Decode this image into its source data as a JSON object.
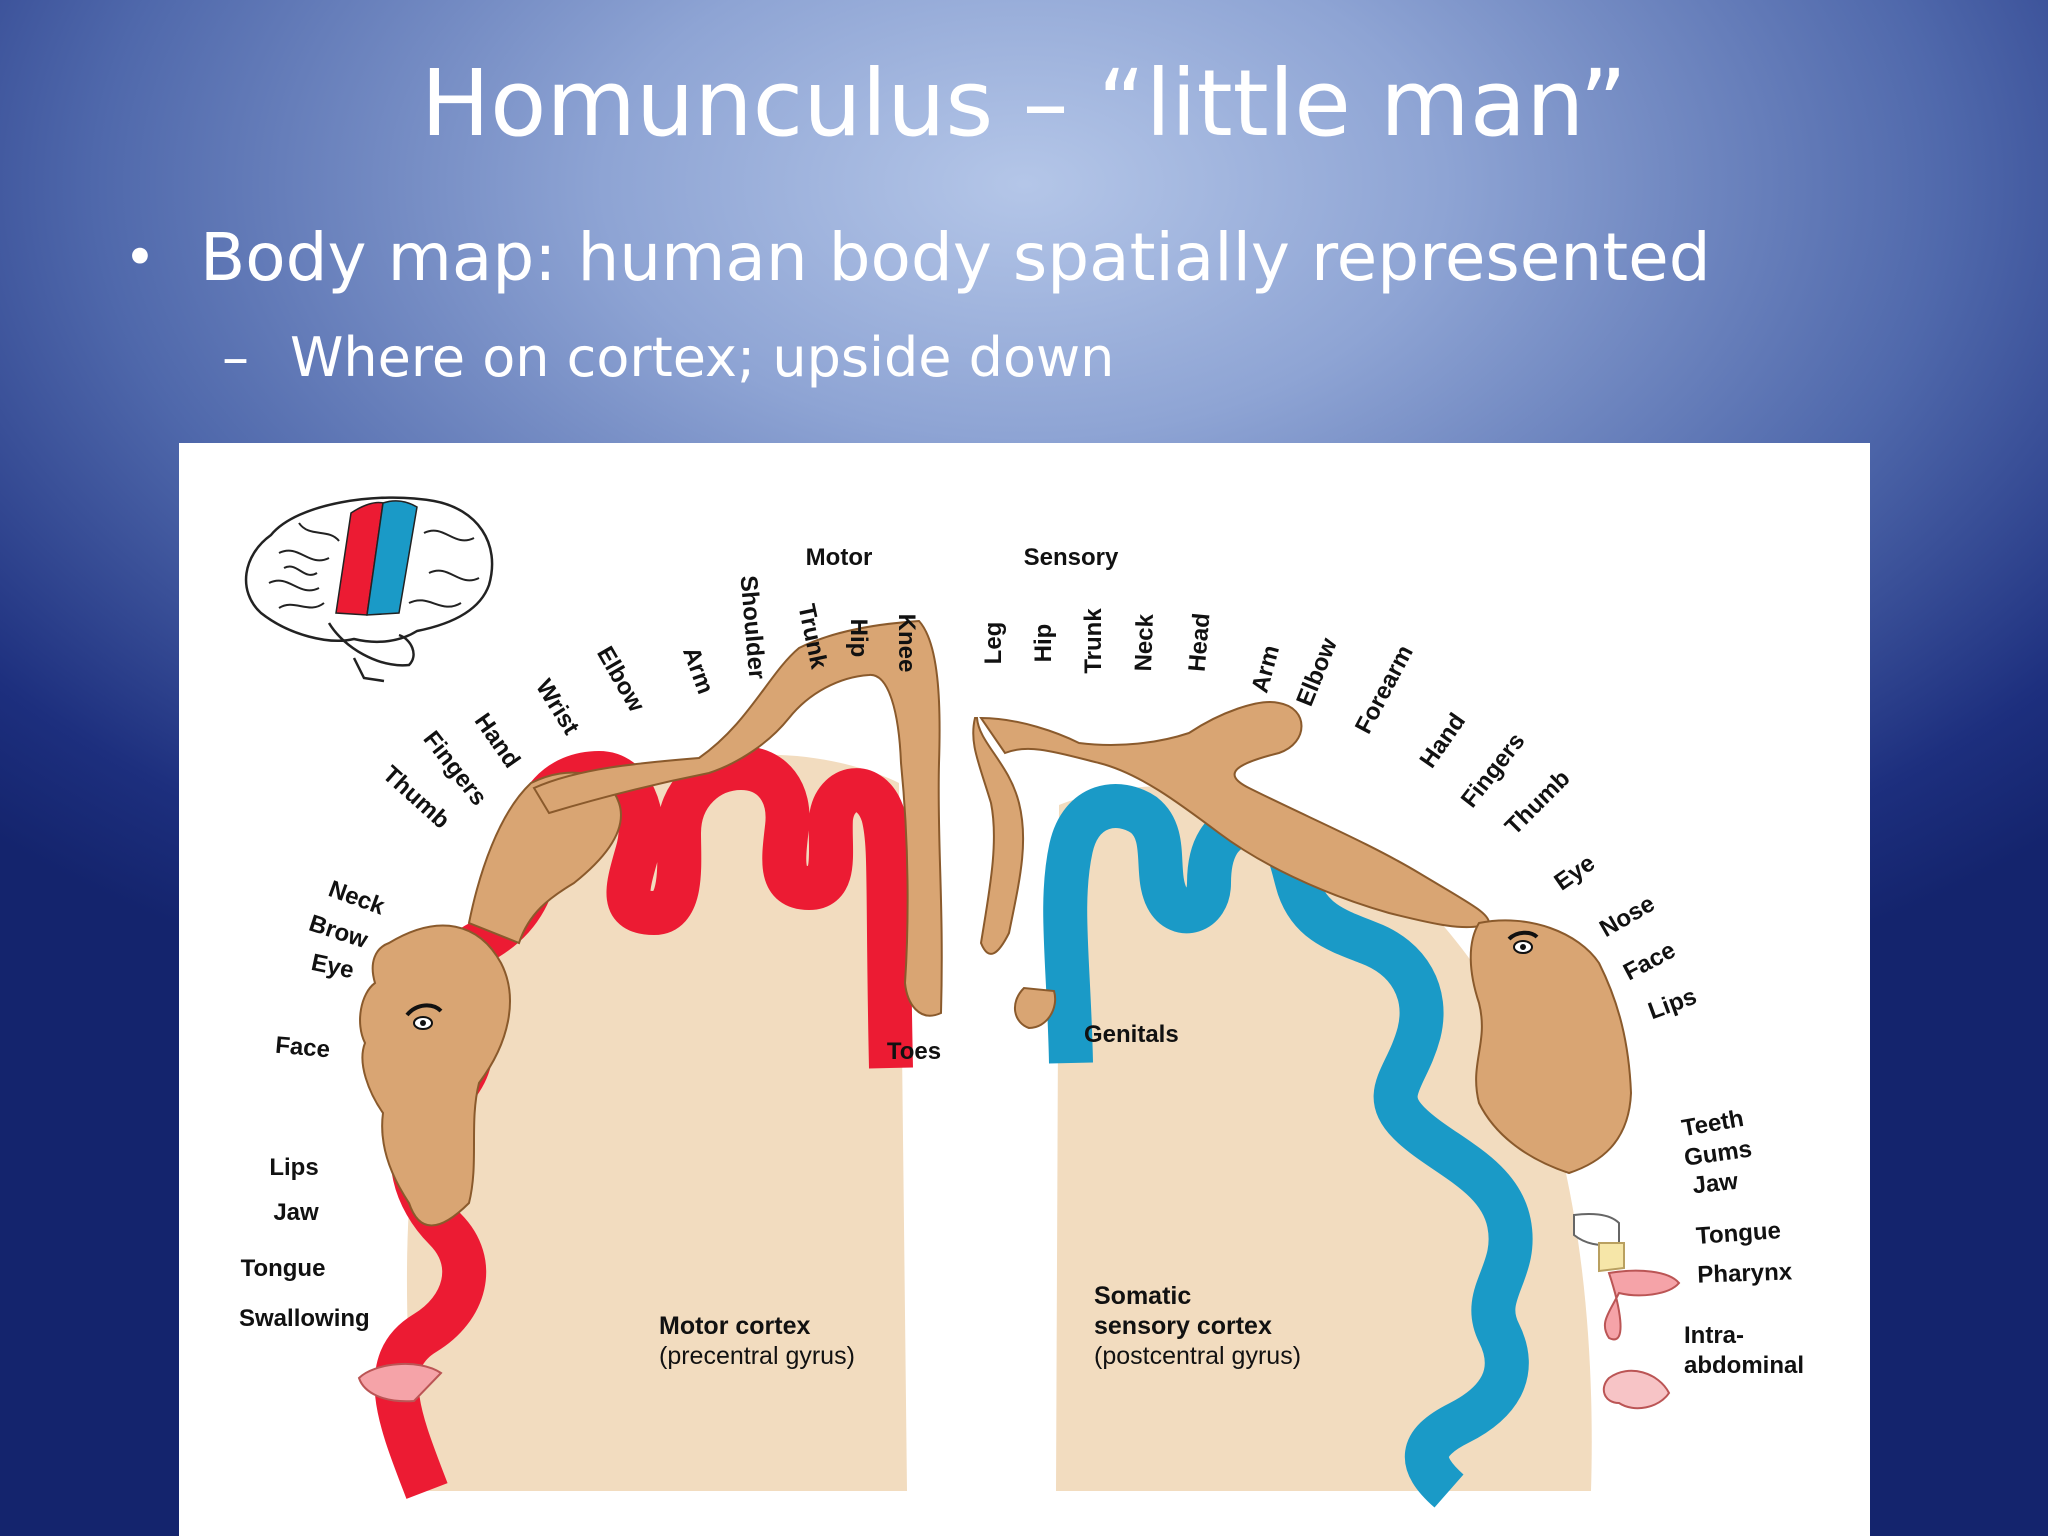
{
  "slide": {
    "title": "Homunculus – “little man”",
    "bullet_1": "Body map: human body spatially represented",
    "bullet_2": "Where on cortex; upside down"
  },
  "figure": {
    "headings": {
      "motor": "Motor",
      "sensory": "Sensory"
    },
    "motor_labels": [
      "Toes",
      "Knee",
      "Hip",
      "Trunk",
      "Shoulder",
      "Arm",
      "Elbow",
      "Wrist",
      "Hand",
      "Fingers",
      "Thumb",
      "Neck",
      "Brow",
      "Eye",
      "Face",
      "Lips",
      "Jaw",
      "Tongue",
      "Swallowing"
    ],
    "sensory_labels": [
      "Genitals",
      "Leg",
      "Hip",
      "Trunk",
      "Neck",
      "Head",
      "Arm",
      "Elbow",
      "Forearm",
      "Hand",
      "Fingers",
      "Thumb",
      "Eye",
      "Nose",
      "Face",
      "Lips",
      "Teeth",
      "Gums",
      "Jaw",
      "Tongue",
      "Pharynx",
      "Intra-",
      "abdominal"
    ],
    "motor_caption": {
      "line1": "Motor cortex",
      "line2": "(precentral gyrus)"
    },
    "sensory_caption": {
      "line1": "Somatic",
      "line2": "sensory cortex",
      "line3": "(postcentral gyrus)"
    },
    "colors": {
      "motor": "#ec1b33",
      "sensory": "#1a9ac7",
      "tissue": "#f2dcbf",
      "figure": "#d9a573"
    }
  }
}
